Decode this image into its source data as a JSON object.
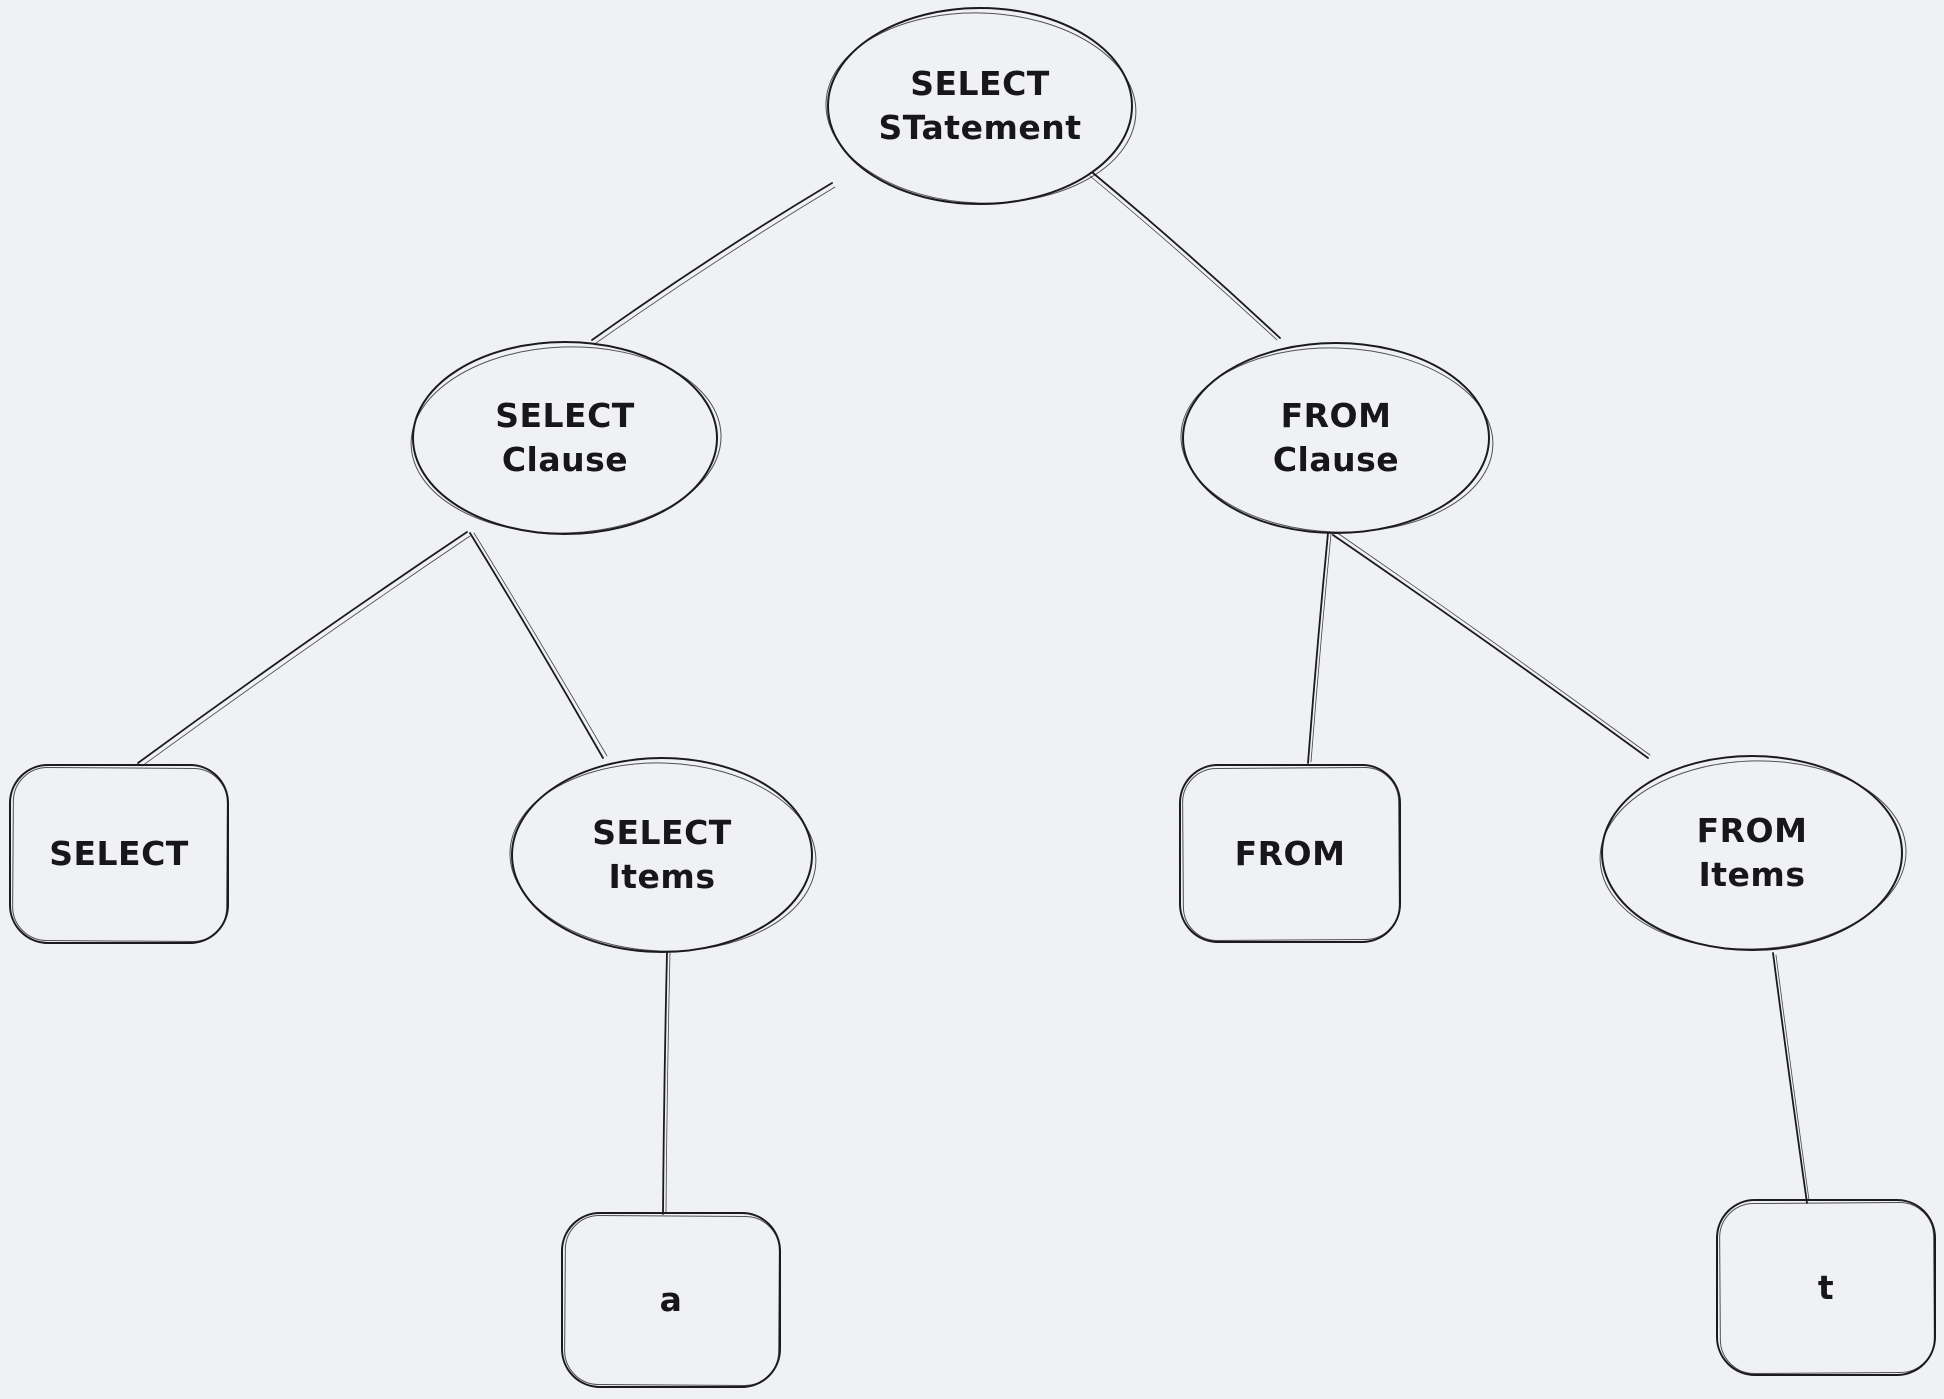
{
  "canvas": {
    "background_color": "#f0f1f4",
    "stroke_color": "#1b1b1f"
  },
  "diagram": {
    "type": "tree",
    "description": "Hand-drawn parse tree of a SQL SELECT statement",
    "nodes": {
      "select_statement": {
        "label": "SELECT\nSTatement",
        "shape": "ellipse"
      },
      "select_clause": {
        "label": "SELECT\nClause",
        "shape": "ellipse"
      },
      "from_clause": {
        "label": "FROM\nClause",
        "shape": "ellipse"
      },
      "select_keyword": {
        "label": "SELECT",
        "shape": "rounded-rectangle"
      },
      "select_items": {
        "label": "SELECT\nItems",
        "shape": "ellipse"
      },
      "from_keyword": {
        "label": "FROM",
        "shape": "rounded-rectangle"
      },
      "from_items": {
        "label": "FROM\nItems",
        "shape": "ellipse"
      },
      "select_item_a": {
        "label": "a",
        "shape": "rounded-rectangle"
      },
      "from_item_t": {
        "label": "t",
        "shape": "rounded-rectangle"
      }
    },
    "edges": [
      {
        "from": "select_statement",
        "to": "select_clause"
      },
      {
        "from": "select_statement",
        "to": "from_clause"
      },
      {
        "from": "select_clause",
        "to": "select_keyword"
      },
      {
        "from": "select_clause",
        "to": "select_items"
      },
      {
        "from": "from_clause",
        "to": "from_keyword"
      },
      {
        "from": "from_clause",
        "to": "from_items"
      },
      {
        "from": "select_items",
        "to": "select_item_a"
      },
      {
        "from": "from_items",
        "to": "from_item_t"
      }
    ]
  }
}
